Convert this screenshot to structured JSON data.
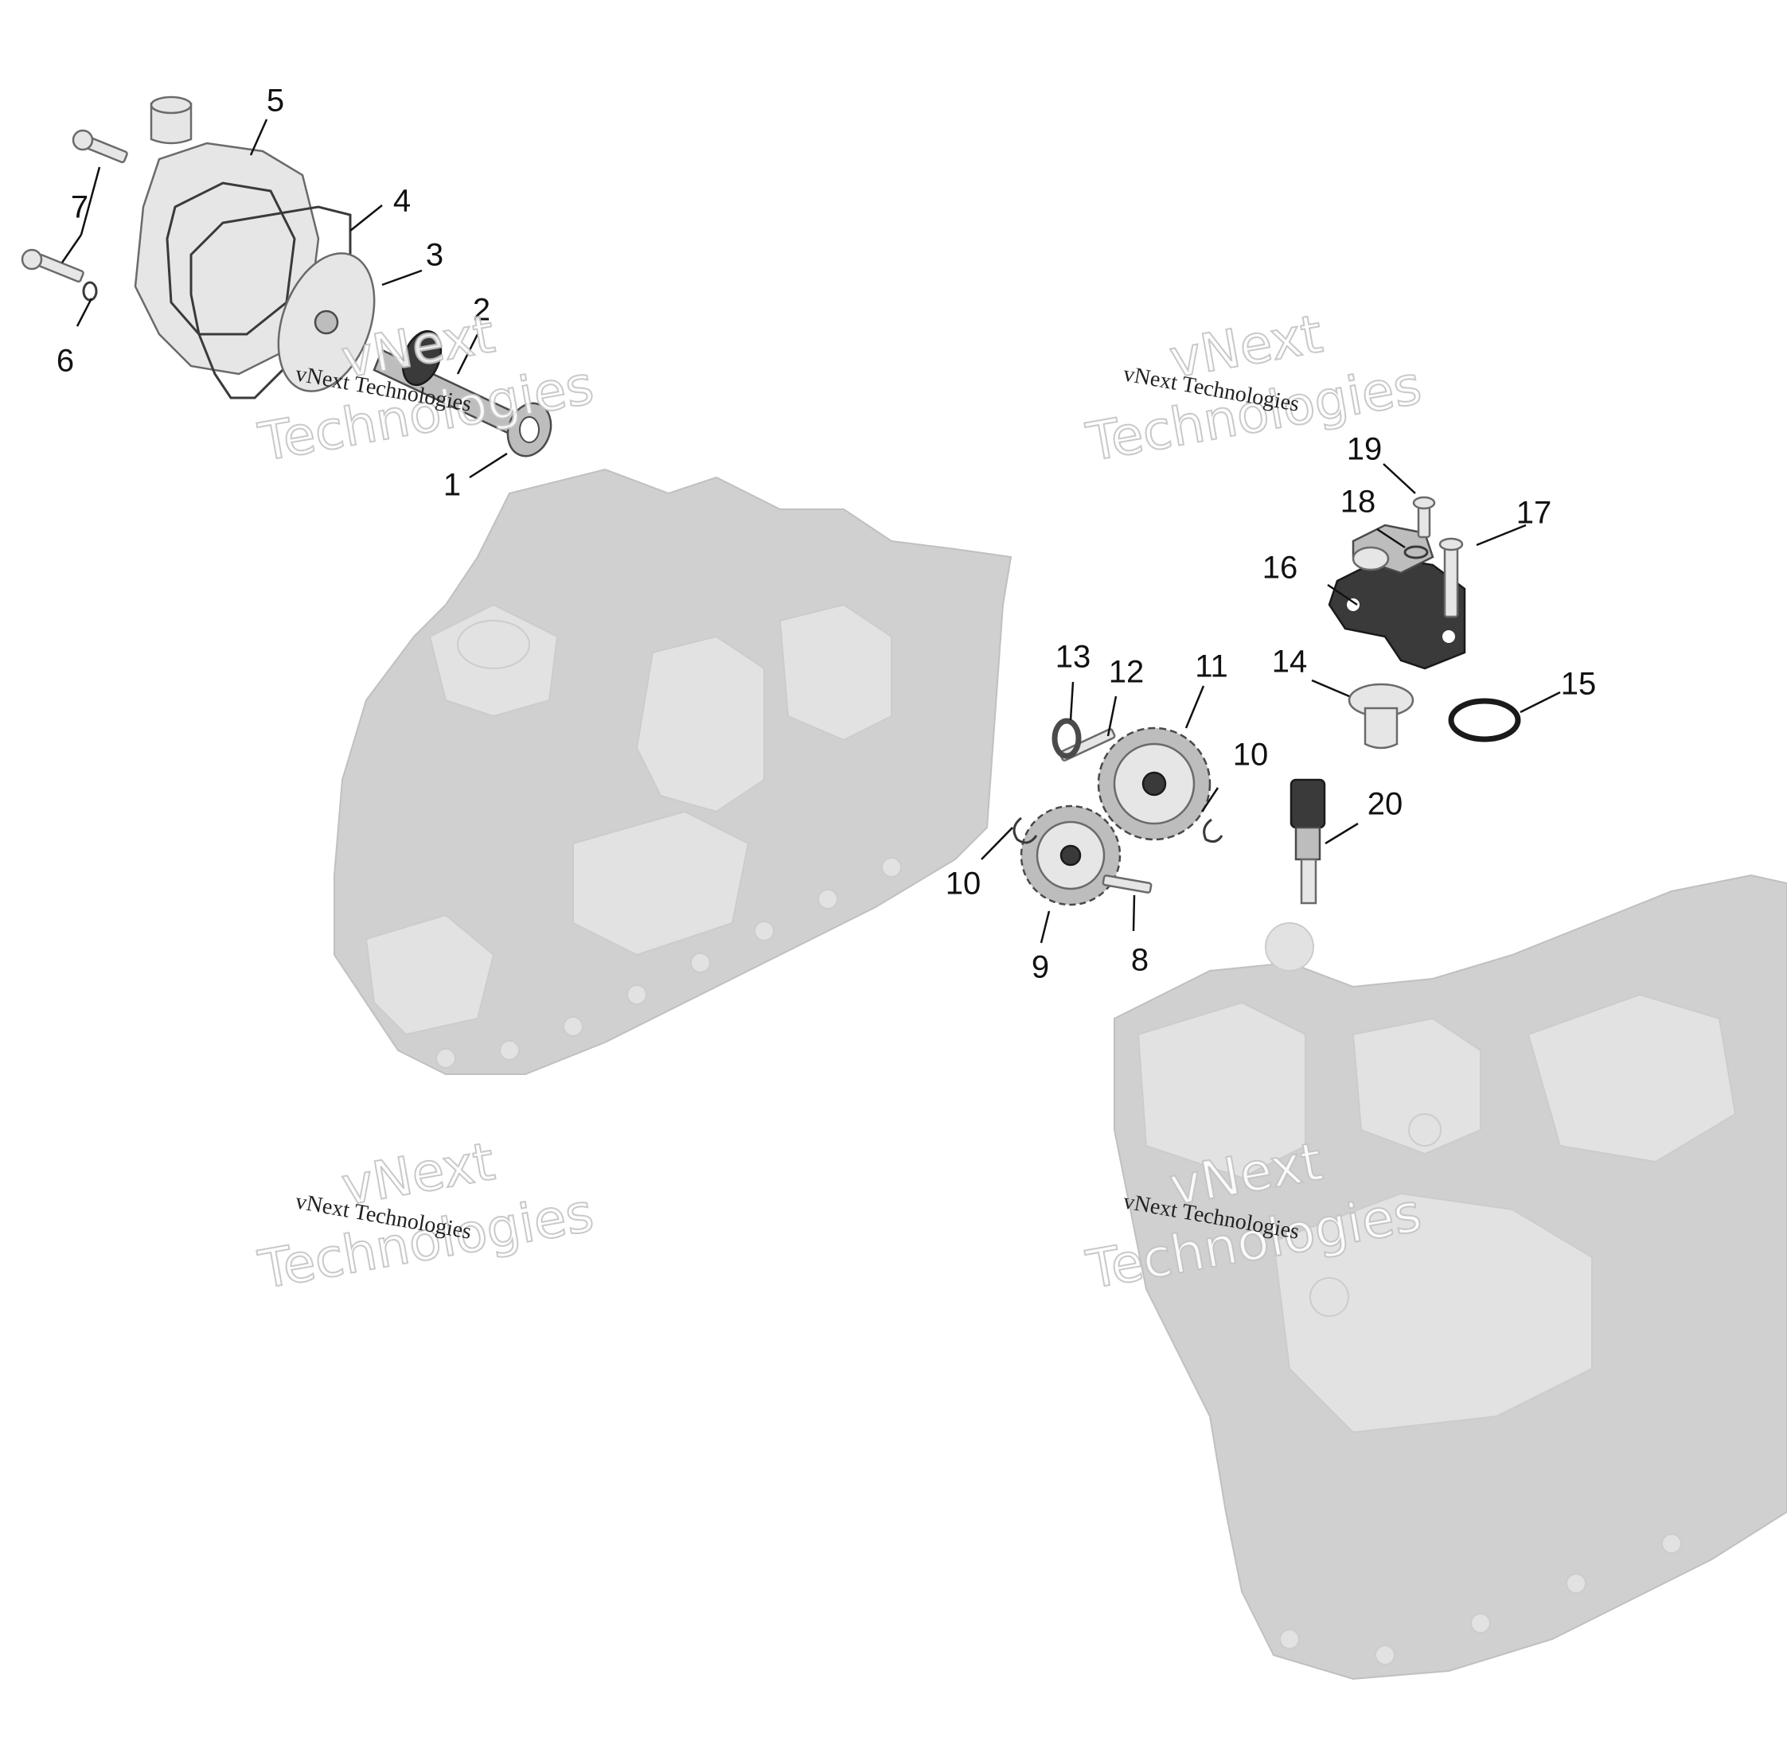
{
  "diagram": {
    "callouts": [
      {
        "number": "1"
      },
      {
        "number": "2"
      },
      {
        "number": "3"
      },
      {
        "number": "4"
      },
      {
        "number": "5"
      },
      {
        "number": "6"
      },
      {
        "number": "7"
      },
      {
        "number": "8"
      },
      {
        "number": "9"
      },
      {
        "number": "10"
      },
      {
        "number": "10"
      },
      {
        "number": "11"
      },
      {
        "number": "12"
      },
      {
        "number": "13"
      },
      {
        "number": "14"
      },
      {
        "number": "15"
      },
      {
        "number": "16"
      },
      {
        "number": "17"
      },
      {
        "number": "18"
      },
      {
        "number": "19"
      },
      {
        "number": "20"
      }
    ],
    "watermarks": [
      {
        "small": "vNext Technologies",
        "big_top": "vNext",
        "big_bottom": "Technologies"
      },
      {
        "small": "vNext Technologies",
        "big_top": "vNext",
        "big_bottom": "Technologies"
      },
      {
        "small": "vNext Technologies",
        "big_top": "vNext",
        "big_bottom": "Technologies"
      },
      {
        "small": "vNext Technologies",
        "big_top": "vNext",
        "big_bottom": "Technologies"
      }
    ]
  }
}
